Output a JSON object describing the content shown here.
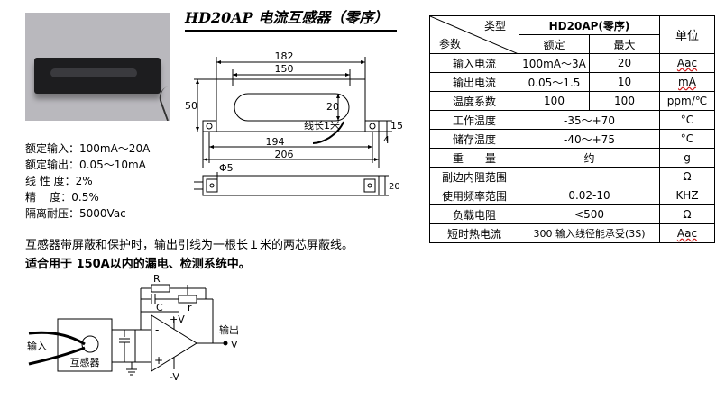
{
  "title": "HD20AP 电流互感器（零序）",
  "specs": [
    "额定输入：100mA～20A",
    "额定输出：0.05～10mA",
    "线 性 度：2%",
    "精    度：0.5%",
    "隔离耐压：5000Vac"
  ],
  "note": "互感器带屏蔽和保护时，输出引线为一根长１米的两芯屏蔽线。",
  "note_bold": "适合用于 150A以内的漏电、检测系统中。",
  "drawing": {
    "dim_182": "182",
    "dim_150": "150",
    "dim_50": "50",
    "dim_20": "20",
    "dim_15": "15",
    "dim_4": "4",
    "dim_194": "194",
    "dim_206": "206",
    "wire_label": "线长1米",
    "hole_label": "Φ5",
    "dim_20b": "20"
  },
  "circuit": {
    "R": "R",
    "C": "C",
    "r": "r",
    "plus_v": "+V",
    "minus_v": "-V",
    "out_label": "输出",
    "v_label": "V",
    "ct_label": "互感器",
    "in_label": "输入",
    "minus": "-",
    "plus": "+"
  },
  "table": {
    "header_type": "类型",
    "header_param": "参数",
    "model": "HD20AP(零序)",
    "unit": "单位",
    "rated": "额定",
    "max": "最大",
    "rows": [
      {
        "param": "输入电流",
        "rated": "100mA～3A",
        "max": "20",
        "unit": "Aac"
      },
      {
        "param": "输出电流",
        "rated": "0.05～1.5",
        "max": "10",
        "unit": "mA"
      },
      {
        "param": "温度系数",
        "rated": "100",
        "max": "100",
        "unit": "ppm/℃"
      },
      {
        "param": "工作温度",
        "value": "-35～+70",
        "unit": "°C"
      },
      {
        "param": "储存温度",
        "value": "-40～+75",
        "unit": "°C"
      },
      {
        "param": "重　　量",
        "value": "约",
        "unit": "g"
      },
      {
        "param": "副边内阻范围",
        "value": "",
        "unit": "Ω"
      },
      {
        "param": "使用频率范围",
        "value": "0.02-10",
        "unit": "KHZ"
      },
      {
        "param": "负载电阻",
        "value": "<500",
        "unit": "Ω"
      },
      {
        "param": "短时热电流",
        "value": "300 输入线径能承受(3S)",
        "unit": "Aac"
      }
    ]
  }
}
